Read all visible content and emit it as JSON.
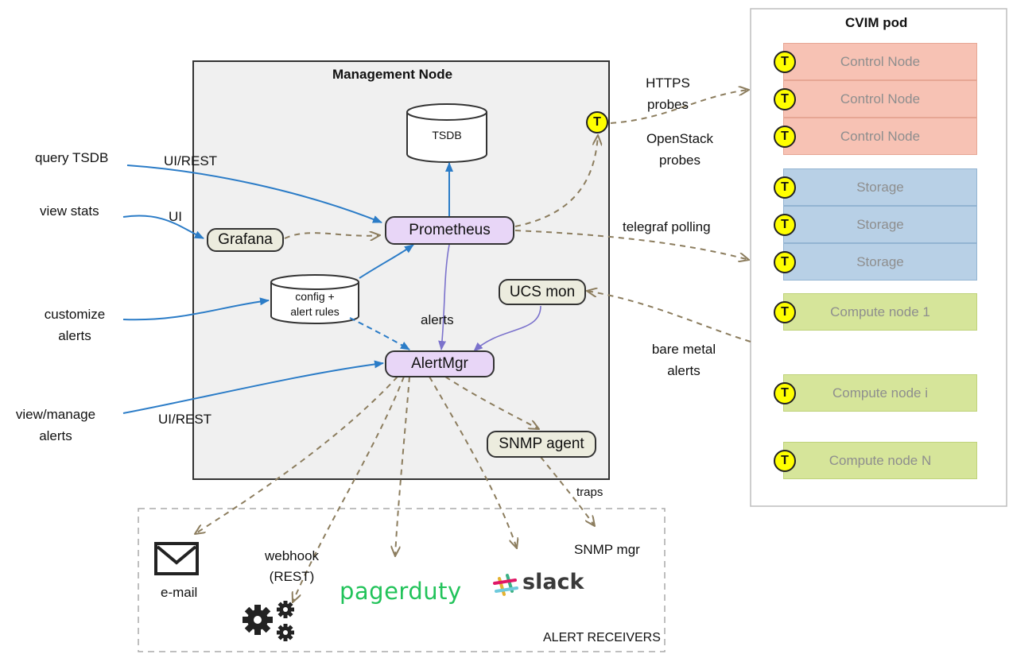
{
  "management_node": {
    "title": "Management Node"
  },
  "cvim_pod": {
    "title": "CVIM pod",
    "badge": "T",
    "nodes": [
      {
        "label": "Control Node",
        "kind": "control"
      },
      {
        "label": "Control Node",
        "kind": "control"
      },
      {
        "label": "Control Node",
        "kind": "control"
      },
      {
        "label": "Storage",
        "kind": "storage"
      },
      {
        "label": "Storage",
        "kind": "storage"
      },
      {
        "label": "Storage",
        "kind": "storage"
      },
      {
        "label": "Compute node 1",
        "kind": "compute"
      },
      {
        "label": "Compute node i",
        "kind": "compute"
      },
      {
        "label": "Compute node N",
        "kind": "compute"
      }
    ]
  },
  "components": {
    "tsdb": "TSDB",
    "prometheus": "Prometheus",
    "grafana": "Grafana",
    "config_line1": "config +",
    "config_line2": "alert rules",
    "ucs_mon": "UCS mon",
    "alertmgr": "AlertMgr",
    "snmp_agent": "SNMP agent",
    "telegraf_badge": "T"
  },
  "inputs": {
    "query_tsdb": "query TSDB",
    "view_stats": "view stats",
    "customize_alerts_1": "customize",
    "customize_alerts_2": "alerts",
    "view_manage_1": "view/manage",
    "view_manage_2": "alerts"
  },
  "edge_labels": {
    "ui_rest_top": "UI/REST",
    "ui": "UI",
    "alerts": "alerts",
    "ui_rest_bottom": "UI/REST",
    "https_1": "HTTPS",
    "https_2": "probes",
    "openstack_1": "OpenStack",
    "openstack_2": "probes",
    "telegraf_polling": "telegraf polling",
    "bare_metal_1": "bare metal",
    "bare_metal_2": "alerts",
    "traps": "traps"
  },
  "receivers": {
    "title": "ALERT RECEIVERS",
    "email": "e-mail",
    "webhook_1": "webhook",
    "webhook_2": "(REST)",
    "pagerduty": "pagerduty",
    "slack": "slack",
    "snmp_mgr": "SNMP mgr"
  },
  "colors": {
    "blue_arrow": "#2b7cc7",
    "purple_arrow": "#7b72cc",
    "dashed_arrow": "#8c7d5e",
    "control": "#f7c2b4",
    "storage": "#b8d0e6",
    "compute": "#d6e59a",
    "badge": "#ffff00"
  }
}
